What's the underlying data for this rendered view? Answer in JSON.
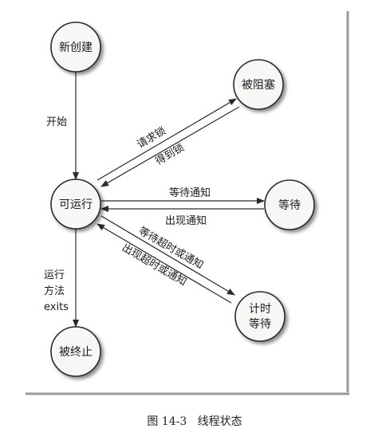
{
  "nodes": {
    "new": "新创建",
    "blocked": "被阻塞",
    "runnable": "可运行",
    "waiting": "等待",
    "timed_waiting_line1": "计时",
    "timed_waiting_line2": "等待",
    "terminated": "被终止"
  },
  "edges": {
    "start": "开始",
    "request_lock": "请求锁",
    "got_lock": "得到锁",
    "wait_notify": "等待通知",
    "notify_appears": "出现通知",
    "wait_timeout_notify": "等待超时或通知",
    "timeout_notify_appears": "出现超时或通知",
    "run_method_exits_line1": "运行",
    "run_method_exits_line2": "方法",
    "run_method_exits_line3": "exits"
  },
  "caption": "图 14-3   线程状态"
}
